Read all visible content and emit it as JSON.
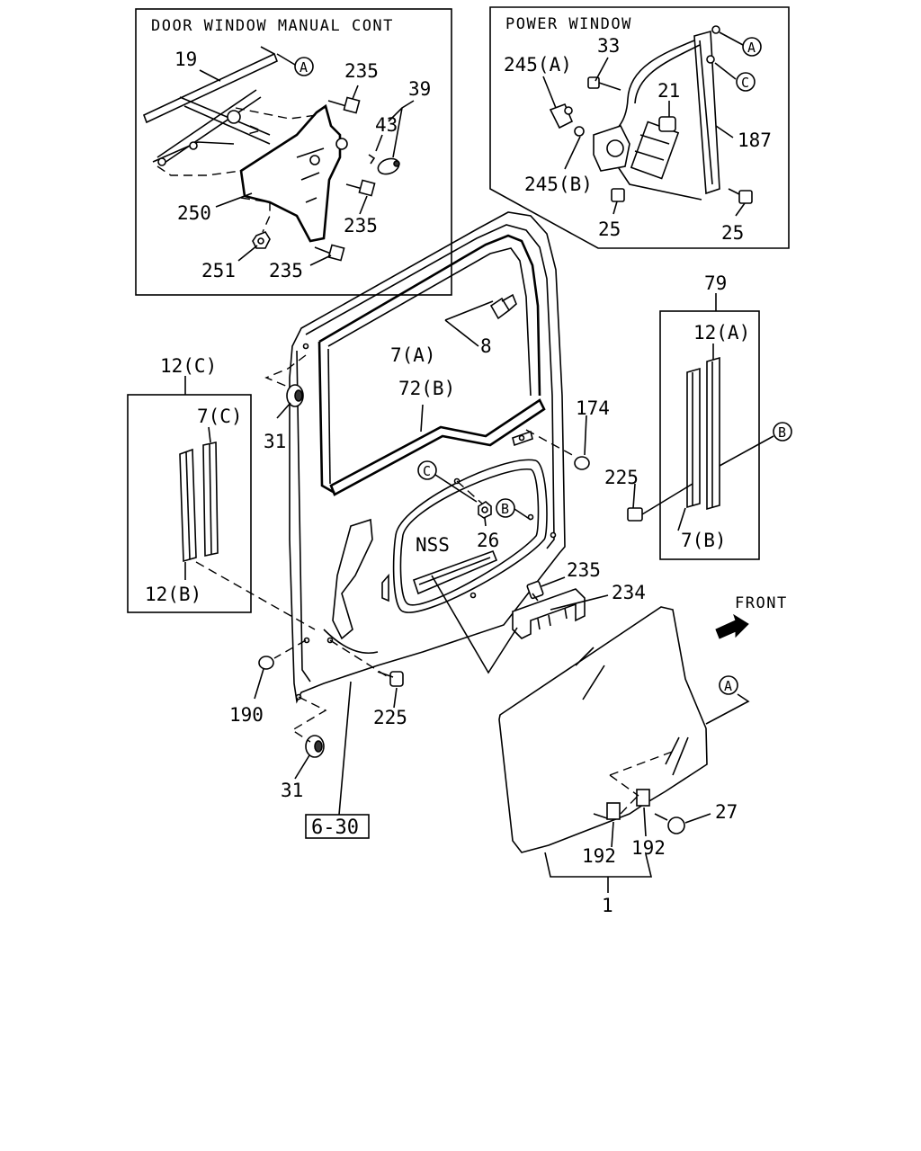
{
  "insets": {
    "manual": {
      "title": "DOOR WINDOW MANUAL CONT"
    },
    "power": {
      "title": "POWER WINDOW"
    }
  },
  "direction": {
    "front_label": "FRONT"
  },
  "reference": {
    "page": "6-30"
  },
  "callouts": {
    "A": "A",
    "B": "B",
    "C": "C"
  },
  "labels": {
    "l19": "19",
    "l235_a": "235",
    "l39": "39",
    "l43": "43",
    "l250": "250",
    "l235_b": "235",
    "l251": "251",
    "l235_c": "235",
    "l245a": "245(A)",
    "l33": "33",
    "l21": "21",
    "l187": "187",
    "l245b": "245(B)",
    "l25_a": "25",
    "l25_b": "25",
    "l79": "79",
    "l12a": "12(A)",
    "l225_r": "225",
    "l7b": "7(B)",
    "l12c": "12(C)",
    "l7c": "7(C)",
    "l12b": "12(B)",
    "l7a": "7(A)",
    "l8": "8",
    "l72b": "72(B)",
    "l174": "174",
    "l31_top": "31",
    "l26": "26",
    "lnss": "NSS",
    "l235_d": "235",
    "l234": "234",
    "l190": "190",
    "l225_l": "225",
    "l31_bot": "31",
    "l27": "27",
    "l192_a": "192",
    "l192_b": "192",
    "l1": "1"
  }
}
